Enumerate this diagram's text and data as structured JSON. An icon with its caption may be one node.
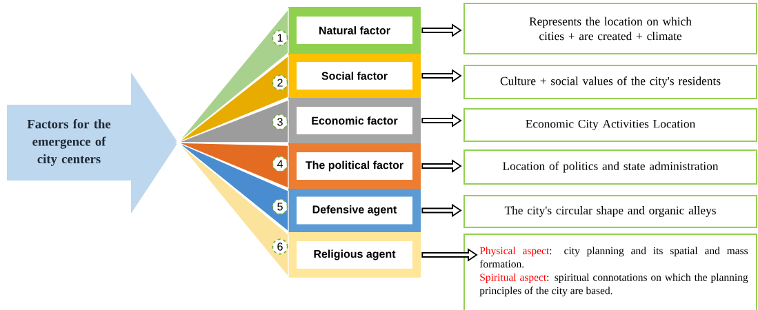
{
  "diagram": {
    "nodes": [
      {
        "text": [
          "Factors for the emergence of city centers"
        ]
      },
      {
        "text": [
          "Natural factor"
        ]
      },
      {
        "text": [
          "Social factor"
        ]
      },
      {
        "text": [
          "Economic factor"
        ]
      },
      {
        "text": [
          "The political factor"
        ]
      },
      {
        "text": [
          "Defensive agent"
        ]
      },
      {
        "text": [
          "Religious agent"
        ]
      },
      {
        "text": [
          "1"
        ]
      },
      {
        "text": [
          "2"
        ]
      },
      {
        "text": [
          "3"
        ]
      },
      {
        "text": [
          "4"
        ]
      },
      {
        "text": [
          "5"
        ]
      },
      {
        "text": [
          "6"
        ]
      },
      {
        "text": [
          "Represents the location on which cities + are created + climate"
        ]
      },
      {
        "text": [
          "Culture + social values of the city's residents"
        ]
      },
      {
        "text": [
          "Economic City Activities Location"
        ]
      },
      {
        "text": [
          "Location of politics and state administration"
        ]
      },
      {
        "text": [
          "The city's circular shape and organic alleys"
        ]
      },
      {
        "text": [
          "Physical aspect",
          ": city planning and its spatial and mass formation.",
          "Spiritual aspect",
          ": spiritual connotations on which the planning principles of the city are based."
        ]
      }
    ],
    "edges": [
      {
        "from": 0,
        "to": 1,
        "arrow": "none",
        "color": "#a9d18e"
      },
      {
        "from": 0,
        "to": 2,
        "arrow": "none",
        "color": "#e8ac00"
      },
      {
        "from": 0,
        "to": 3,
        "arrow": "none",
        "color": "#9c9c9c"
      },
      {
        "from": 0,
        "to": 4,
        "arrow": "none",
        "color": "#e36c22"
      },
      {
        "from": 0,
        "to": 5,
        "arrow": "none",
        "color": "#4a8cd0"
      },
      {
        "from": 0,
        "to": 6,
        "arrow": "none",
        "color": "#fbe39b"
      },
      {
        "from": 1,
        "to": 13,
        "arrow": "to"
      },
      {
        "from": 2,
        "to": 14,
        "arrow": "to"
      },
      {
        "from": 3,
        "to": 15,
        "arrow": "to"
      },
      {
        "from": 4,
        "to": 16,
        "arrow": "to"
      },
      {
        "from": 5,
        "to": 17,
        "arrow": "to"
      },
      {
        "from": 6,
        "to": 18,
        "arrow": "to"
      }
    ]
  }
}
